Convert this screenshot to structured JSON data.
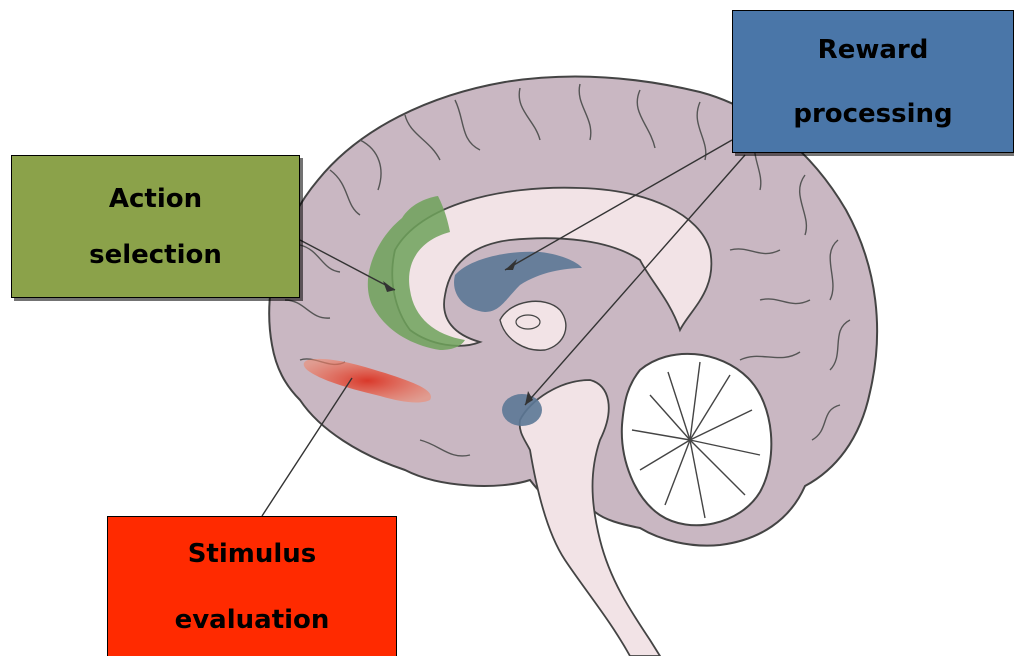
{
  "figure": {
    "labels": {
      "action": {
        "line1": "Action",
        "line2": "selection"
      },
      "reward": {
        "line1": "Reward",
        "line2": "processing"
      },
      "stimulus": {
        "line1": "Stimulus",
        "line2": "evaluation"
      }
    },
    "colors": {
      "action_box": "#8ba24a",
      "reward_box": "#4a76a8",
      "stimulus_box": "#ff2a00",
      "cortex": "#c9b7c2",
      "inner": "#f2e3e6",
      "action_region": "#6ea25a",
      "reward_region": "#5c7896",
      "stimulus_region": "#e0513a"
    }
  }
}
